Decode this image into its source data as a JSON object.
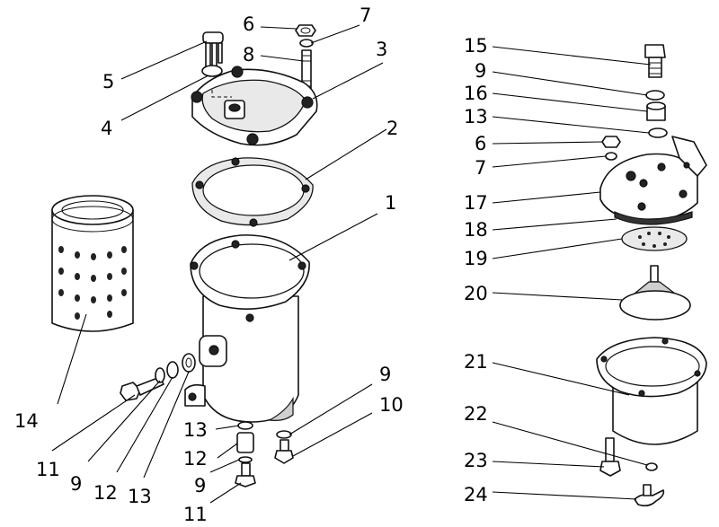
{
  "callouts": {
    "c1": "1",
    "c2": "2",
    "c3": "3",
    "c4": "4",
    "c5": "5",
    "c6a": "6",
    "c7a": "7",
    "c8": "8",
    "c15": "15",
    "c9r": "9",
    "c16": "16",
    "c13r": "13",
    "c6b": "6",
    "c7b": "7",
    "c17": "17",
    "c18": "18",
    "c19": "19",
    "c20": "20",
    "c21": "21",
    "c22": "22",
    "c23": "23",
    "c24": "24",
    "c14": "14",
    "c11a": "11",
    "c9a": "9",
    "c12a": "12",
    "c13a": "13",
    "c13b": "13",
    "c12b": "12",
    "c9b": "9",
    "c11b": "11",
    "c9c": "9",
    "c10": "10"
  }
}
